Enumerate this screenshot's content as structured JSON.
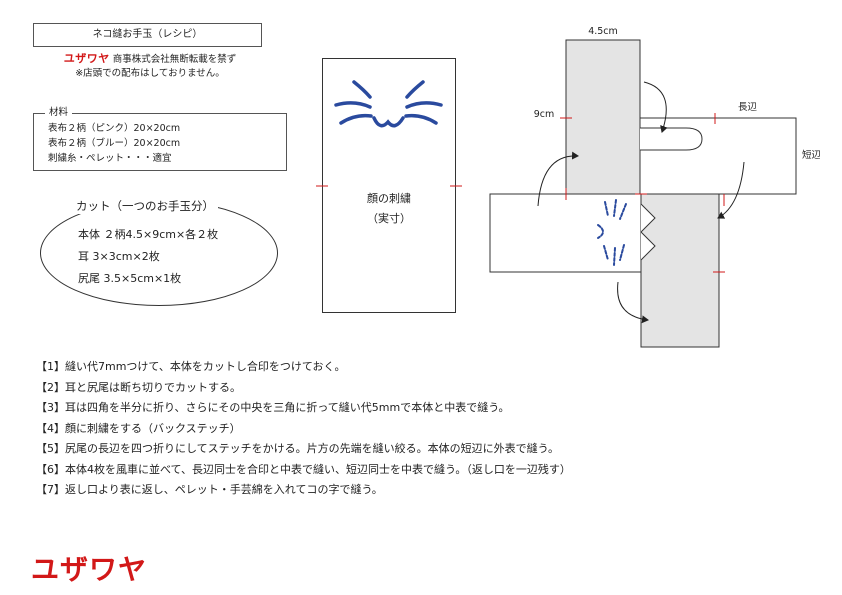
{
  "header": {
    "title": "ネコ縫お手玉（レシピ）",
    "copyright_brand": "ユザワヤ",
    "copyright_suffix": " 商事株式会社無断転載を禁ず",
    "distribution_note": "※店頭での配布はしておりません。"
  },
  "materials": {
    "title": "材料",
    "items": [
      "表布２柄（ピンク）20×20cm",
      "表布２柄（ブルー）20×20cm",
      "刺繍糸・ペレット・・・適宜"
    ]
  },
  "cut": {
    "title": "カット（一つのお手玉分）",
    "items": [
      "本体 ２柄4.5×9cm×各２枚",
      "耳 3×3cm×2枚",
      "尻尾 3.5×5cm×1枚"
    ]
  },
  "face_pattern": {
    "label": "顔の刺繍",
    "sublabel": "（実寸）"
  },
  "diagram": {
    "width_label": "4.5cm",
    "height_label": "9cm",
    "long_side_label": "長辺",
    "short_side_label": "短辺"
  },
  "steps": [
    "【1】縫い代7mmつけて、本体をカットし合印をつけておく。",
    "【2】耳と尻尾は断ち切りでカットする。",
    "【3】耳は四角を半分に折り、さらにその中央を三角に折って縫い代5mmで本体と中表で縫う。",
    "【4】顔に刺繍をする（バックステッチ）",
    "【5】尻尾の長辺を四つ折りにしてステッチをかける。片方の先端を縫い絞る。本体の短辺に外表で縫う。",
    "【6】本体4枚を風車に並べて、長辺同士を合印と中表で縫い、短辺同士を中表で縫う。（返し口を一辺残す）",
    "【7】返し口より表に返し、ペレット・手芸綿を入れてコの字で縫う。"
  ],
  "footer": {
    "logo_text": "ユザワヤ"
  },
  "colors": {
    "brand_red": "#d21818",
    "embroidery_blue": "#2a4a9e",
    "panel_gray": "#e4e4e4",
    "mark_red": "#d21818"
  }
}
